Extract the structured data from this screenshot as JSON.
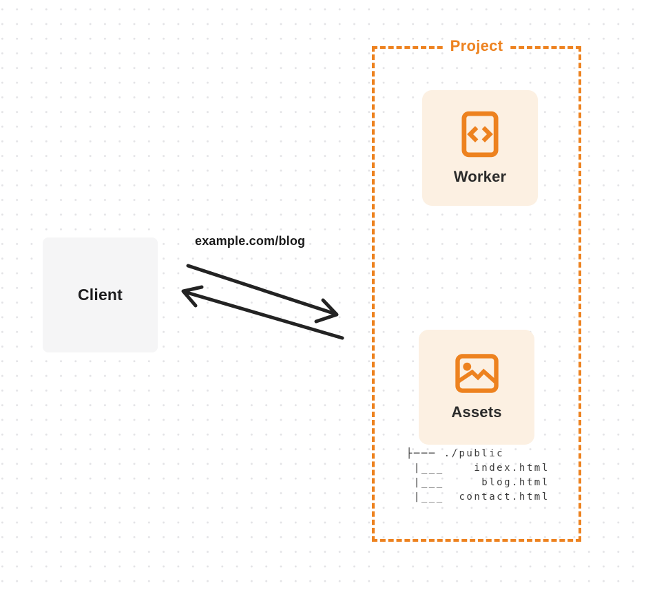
{
  "colors": {
    "accent_orange": "#ed821f",
    "card_background": "#fcf0e2",
    "client_background": "#f5f5f6",
    "arrow_ink": "#232323",
    "text_ink": "#2b2b2b",
    "dot_grid": "#e3e3e6"
  },
  "client": {
    "label": "Client"
  },
  "request": {
    "label": "example.com/blog"
  },
  "project": {
    "label": "Project",
    "worker": {
      "label": "Worker",
      "icon": "code-document-icon"
    },
    "assets": {
      "label": "Assets",
      "icon": "image-icon",
      "file_tree": "├─── ./public\n |___    index.html\n |___     blog.html\n |___  contact.html"
    }
  }
}
